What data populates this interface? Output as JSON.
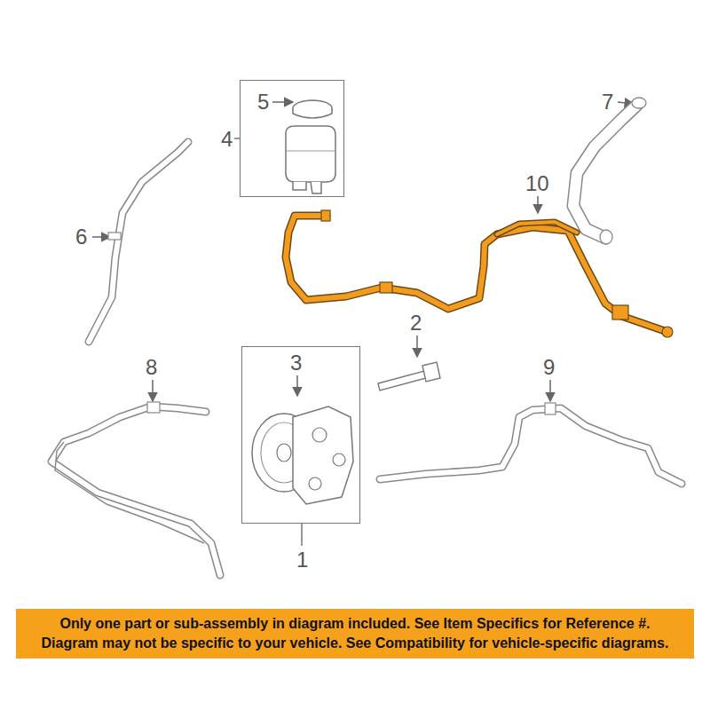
{
  "diagram": {
    "nodes": [
      {
        "text": [
          "4"
        ]
      },
      {
        "text": [
          "1"
        ]
      },
      {
        "text": [
          "Only one part or sub-assembly in diagram included. See Item Specifics for Reference #.",
          "Diagram may not be specific to your vehicle. See Compatibility for vehicle-specific diagrams."
        ]
      }
    ],
    "labels": [
      "5",
      "6",
      "7",
      "10",
      "2",
      "3",
      "8",
      "9"
    ]
  }
}
